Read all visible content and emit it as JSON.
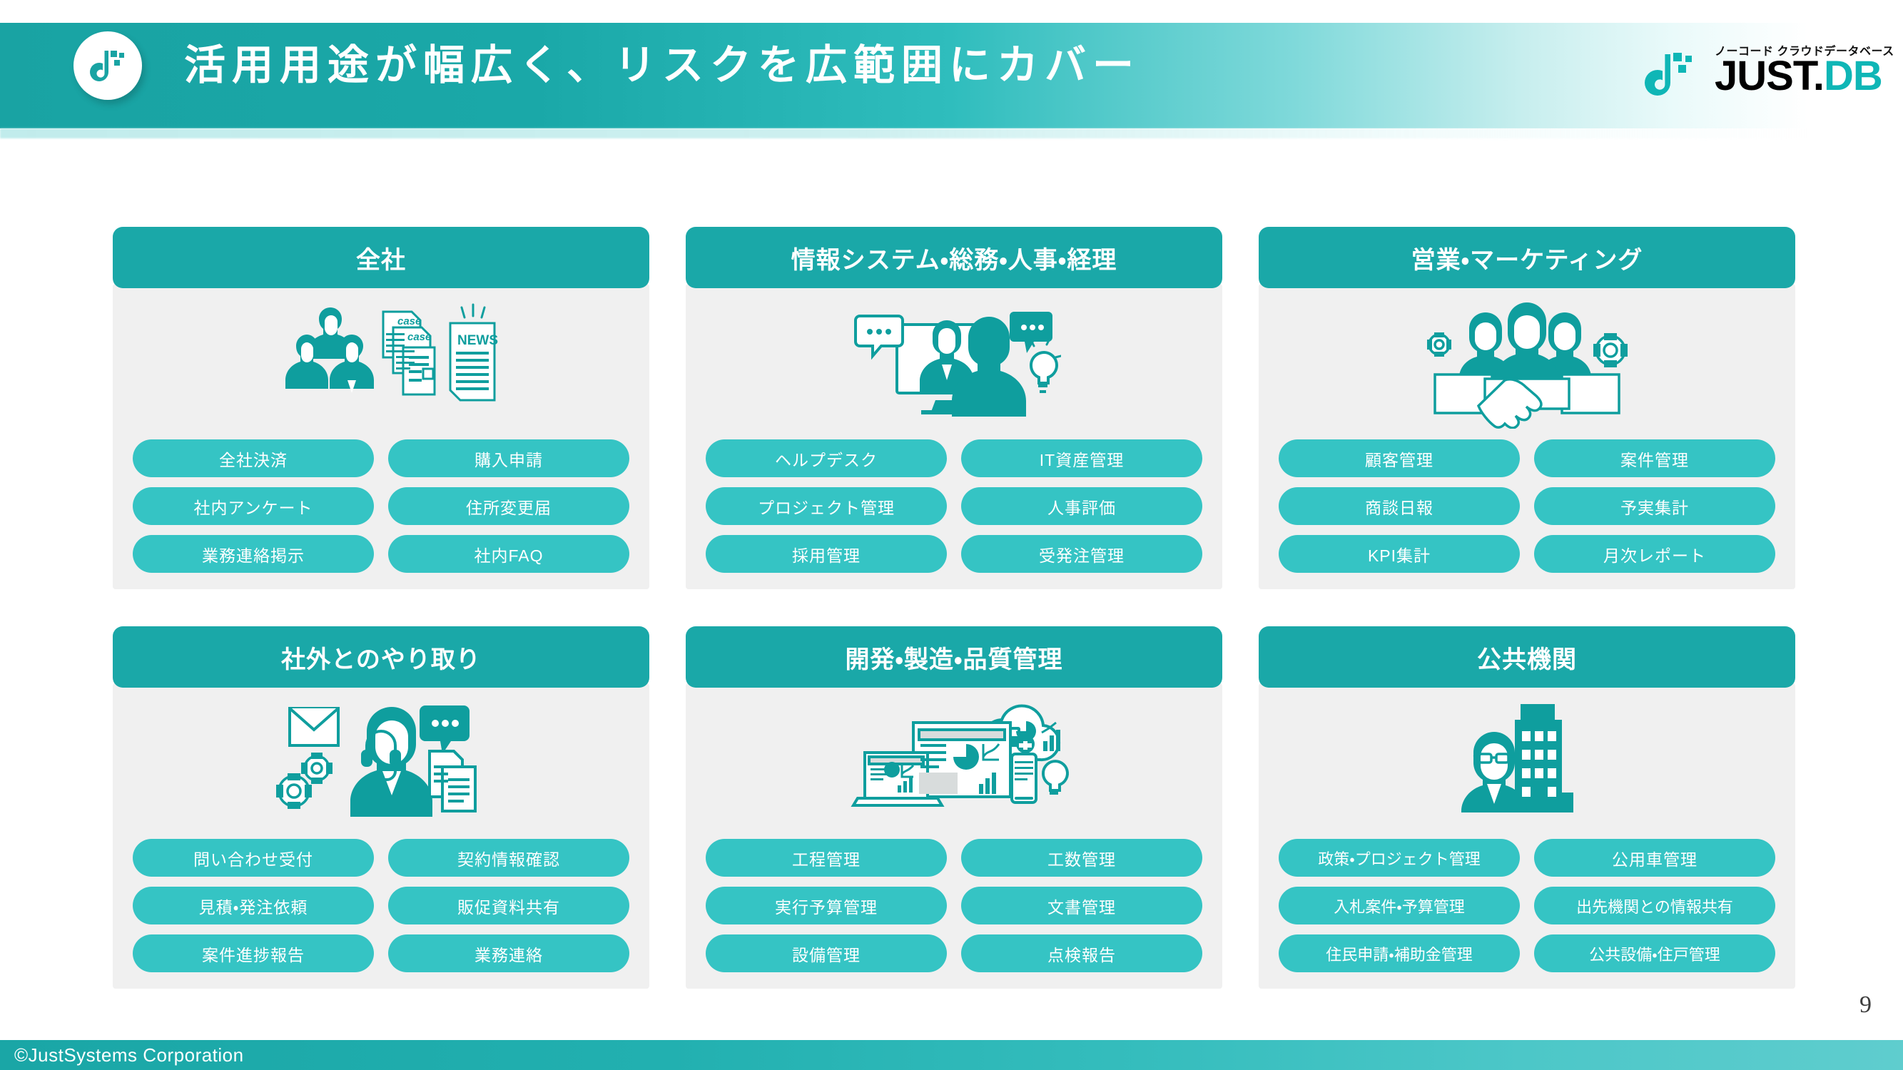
{
  "header": {
    "title": "活用用途が幅広く、リスクを広範囲にカバー",
    "logo_mark_name": "justdb-circle-logo",
    "product_logo": {
      "tagline": "ノーコード クラウドデータベース",
      "wordmark_black": "JUST.",
      "wordmark_accent": "DB"
    }
  },
  "colors": {
    "header_teal": "#1aa8a8",
    "card_head_teal": "#1aa8a8",
    "pill_teal": "#35c4c4",
    "card_body_gray": "#f0f0f0",
    "illustration_teal": "#0f9e9e",
    "accent_db": "#0fb6b6",
    "footer_teal": "#1aa6a6"
  },
  "cards": [
    {
      "title": "全社",
      "illustration": "people-documents-news-icon",
      "pills": [
        "全社決済",
        "購入申請",
        "社内アンケート",
        "住所変更届",
        "業務連絡掲示",
        "社内FAQ"
      ]
    },
    {
      "title": "情報システム・総務・人事・経理",
      "illustration": "video-call-support-icon",
      "pills": [
        "ヘルプデスク",
        "IT資産管理",
        "プロジェクト管理",
        "人事評価",
        "採用管理",
        "受発注管理"
      ]
    },
    {
      "title": "営業・マーケティング",
      "illustration": "team-handshake-gears-icon",
      "pills": [
        "顧客管理",
        "案件管理",
        "商談日報",
        "予実集計",
        "KPI集計",
        "月次レポート"
      ]
    },
    {
      "title": "社外とのやり取り",
      "illustration": "operator-mail-chat-gears-icon",
      "pills": [
        "問い合わせ受付",
        "契約情報確認",
        "見積・発注依頼",
        "販促資料共有",
        "案件進捗報告",
        "業務連絡"
      ]
    },
    {
      "title": "開発・製造・品質管理",
      "illustration": "devices-cloud-dashboard-icon",
      "pills": [
        "工程管理",
        "工数管理",
        "実行予算管理",
        "文書管理",
        "設備管理",
        "点検報告"
      ]
    },
    {
      "title": "公共機関",
      "illustration": "government-building-officer-icon",
      "pills": [
        "政策・プロジェクト管理",
        "公用車管理",
        "入札案件・予算管理",
        "出先機関との情報共有",
        "住民申請・補助金管理",
        "公共設備・住戸管理"
      ]
    }
  ],
  "footer": {
    "copyright": "©JustSystems Corporation",
    "page_number": "9"
  }
}
